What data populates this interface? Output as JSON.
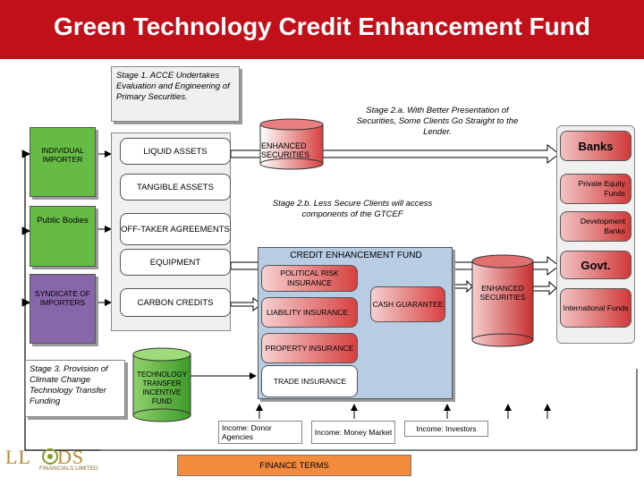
{
  "title": "Green Technology Credit Enhancement Fund",
  "stage1": "Stage 1. ACCE Undertakes Evaluation and Engineering of Primary Securities.",
  "stage2a": "Stage 2.a. With Better Presentation of Securities, Some Clients Go Straight to the Lender.",
  "stage2b": "Stage 2.b. Less Secure Clients will access components of the GTCEF",
  "stage3": "Stage 3. Provision of Climate Change Technology Transfer Funding",
  "borrowers": {
    "individual": "INDIVIDUAL IMPORTER",
    "public": "Public Bodies",
    "syndicate": "SYNDICATE OF IMPORTERS"
  },
  "assets": {
    "liquid": "LIQUID ASSETS",
    "tangible": "TANGIBLE ASSETS",
    "offtaker": "OFF-TAKER AGREEMENTS",
    "equipment": "EQUIPMENT",
    "carbon": "CARBON CREDITS"
  },
  "enhanced_securities_top": "ENHANCED SECURITIES",
  "enhanced_securities_right": "ENHANCED SECURITIES",
  "fund": {
    "title": "CREDIT ENHANCEMENT FUND",
    "political": "POLITICAL RISK INSURANCE",
    "liability": "LIABILITY INSURANCE",
    "cash": "CASH GUARANTEE",
    "property": "PROPERTY INSURANCE",
    "trade": "TRADE INSURANCE"
  },
  "tech_fund": "TECHNOLOGY TRANSFER INCENTIVE FUND",
  "lenders": {
    "banks": "Banks",
    "private_equity": "Private Equity Funds",
    "development": "Development Banks",
    "govt": "Govt.",
    "international": "International Funds"
  },
  "income": {
    "donor": "Income: Donor Agencies",
    "money": "Income: Money Market",
    "investors": "Income: Investors"
  },
  "finance_terms": "FINANCE TERMS",
  "logo": {
    "name": "LLOYDS",
    "sub": "FINANCIALS LIMITED"
  },
  "colors": {
    "title_bar": "#c0101a",
    "green": "#66bb44",
    "purple": "#8866aa",
    "red_gradient": "#d84040",
    "fund_bg": "#b8cce4",
    "finance_orange": "#f28c3c"
  }
}
